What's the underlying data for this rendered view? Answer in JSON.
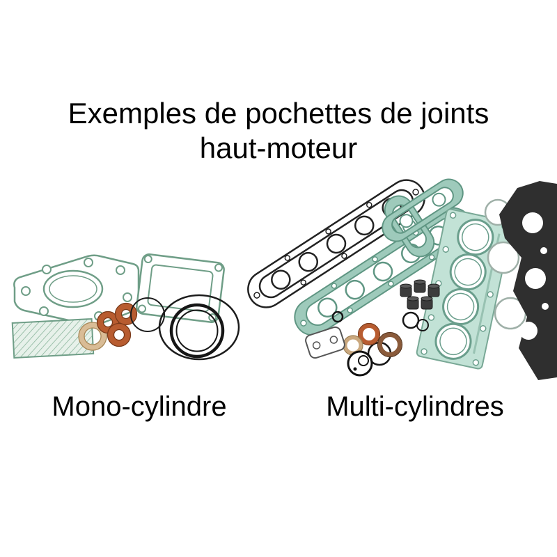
{
  "title": {
    "line1": "Exemples de pochettes de joints",
    "line2": "haut-moteur"
  },
  "labels": {
    "mono": "Mono-cylindre",
    "multi": "Multi-cylindres"
  },
  "illustrations": {
    "mono": "mono-cylinder-gasket-set-image",
    "multi": "multi-cylinder-gasket-set-image"
  },
  "colors": {
    "background": "#ffffff",
    "text": "#000000",
    "gasket_outline_green": "#6f9e87",
    "gasket_teal_fill": "#9ecabb",
    "head_gasket_mint": "#c2e2d6",
    "copper_washer": "#b85c30",
    "brown_ring": "#8a5a3a",
    "beige_ring": "#d9bc96",
    "dark_gasket": "#2f2f2f",
    "oring_black": "#161616"
  }
}
